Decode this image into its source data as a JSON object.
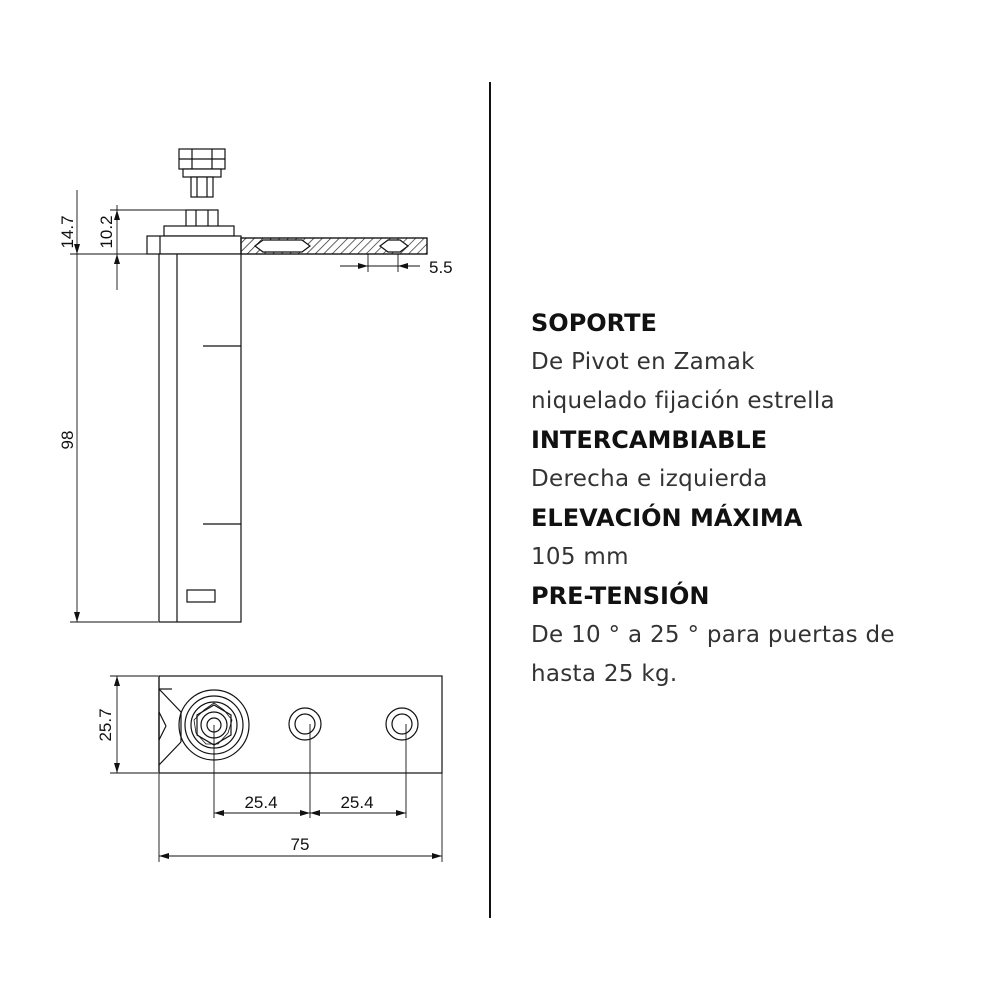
{
  "drawing": {
    "dimensions": {
      "d_14_7": "14.7",
      "d_10_2": "10.2",
      "d_5_5": "5.5",
      "d_98": "98",
      "d_25_7": "25.7",
      "d_25_4_left": "25.4",
      "d_25_4_right": "25.4",
      "d_75": "75"
    }
  },
  "specs": {
    "soporte_title": "SOPORTE",
    "soporte_line1": "De Pivot en Zamak",
    "soporte_line2": "niquelado fijación estrella",
    "intercambiable_title": "INTERCAMBIABLE",
    "intercambiable_line1": "Derecha e izquierda",
    "elevacion_title": "ELEVACIÓN MÁXIMA",
    "elevacion_line1": "105 mm",
    "pretension_title": "PRE-TENSIÓN",
    "pretension_line1": "De 10 ° a 25 ° para puertas de",
    "pretension_line2": "hasta 25 kg."
  }
}
